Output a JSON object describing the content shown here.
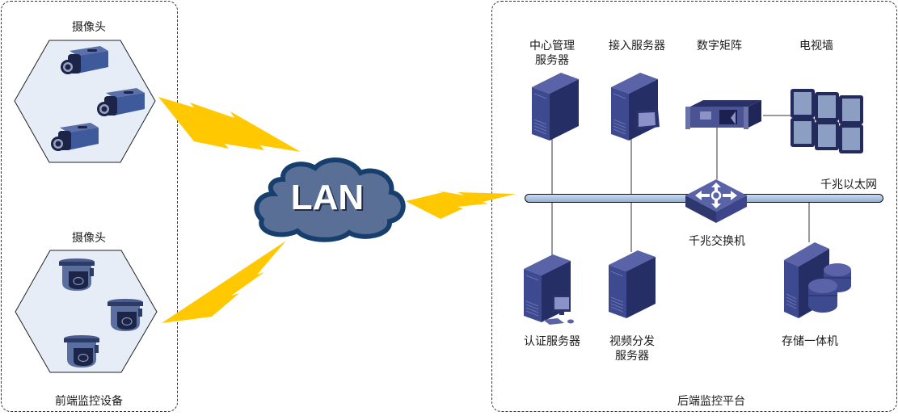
{
  "front_end": {
    "title": "前端监控设备",
    "groups": [
      {
        "label": "摄像头",
        "device_type": "box-camera",
        "count": 3
      },
      {
        "label": "摄像头",
        "device_type": "dome-camera",
        "count": 3
      }
    ]
  },
  "network": {
    "cloud_label": "LAN"
  },
  "back_end": {
    "title": "后端监控平台",
    "backbone_label": "千兆以太网",
    "switch_label": "千兆交换机",
    "devices_top": [
      {
        "id": "central-mgmt-server",
        "label_line1": "中心管理",
        "label_line2": "服务器"
      },
      {
        "id": "access-server",
        "label_line1": "接入服务器",
        "label_line2": ""
      },
      {
        "id": "digital-matrix",
        "label_line1": "数字矩阵",
        "label_line2": ""
      },
      {
        "id": "video-wall",
        "label_line1": "电视墙",
        "label_line2": ""
      }
    ],
    "devices_bottom": [
      {
        "id": "auth-server",
        "label_line1": "认证服务器",
        "label_line2": ""
      },
      {
        "id": "video-dist-server",
        "label_line1": "视频分发",
        "label_line2": "服务器"
      },
      {
        "id": "storage-unit",
        "label_line1": "存储一体机",
        "label_line2": ""
      }
    ]
  },
  "colors": {
    "device_blue": "#3d4a8f",
    "device_dark": "#252d63",
    "lightning": "#ffc800",
    "cloud_fill": "#5a6f96",
    "cloud_stroke": "#173f6e",
    "hexagon_fill": "#e6edf7",
    "bus_fill": "#a9c3e0"
  }
}
